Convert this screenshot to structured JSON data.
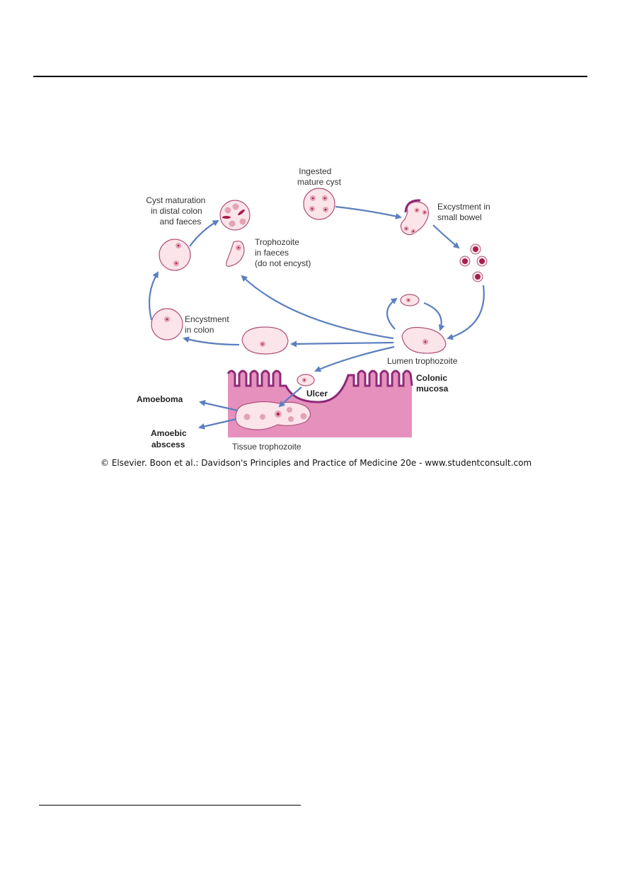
{
  "labels": {
    "ingested": [
      "Ingested",
      "mature cyst"
    ],
    "excystment": [
      "Excystment in",
      "small bowel"
    ],
    "cyst_maturation": [
      "Cyst maturation",
      "in distal colon",
      "and faeces"
    ],
    "troph_faeces": [
      "Trophozoite",
      "in faeces",
      "(do not encyst)"
    ],
    "encystment": [
      "Encystment",
      "in colon"
    ],
    "lumen_troph": "Lumen trophozoite",
    "colonic_mucosa": [
      "Colonic",
      "mucosa"
    ],
    "ulcer": "Ulcer",
    "amoeboma": "Amoeboma",
    "amoebic_abscess": [
      "Amoebic",
      "abscess"
    ],
    "tissue_troph": "Tissue trophozoite"
  },
  "credit": "© Elsevier. Boon et al.: Davidson's Principles and Practice of Medicine 20e - www.studentconsult.com",
  "colors": {
    "arrow": "#5b7fbf",
    "cell_fill": "#fbe5ea",
    "cell_stroke": "#b0517a",
    "nucleus": "#e3a3b4",
    "mucosa": "#e690be",
    "mucosa_edge": "#8e2a78",
    "dark_cyst": "#a51f4e"
  }
}
